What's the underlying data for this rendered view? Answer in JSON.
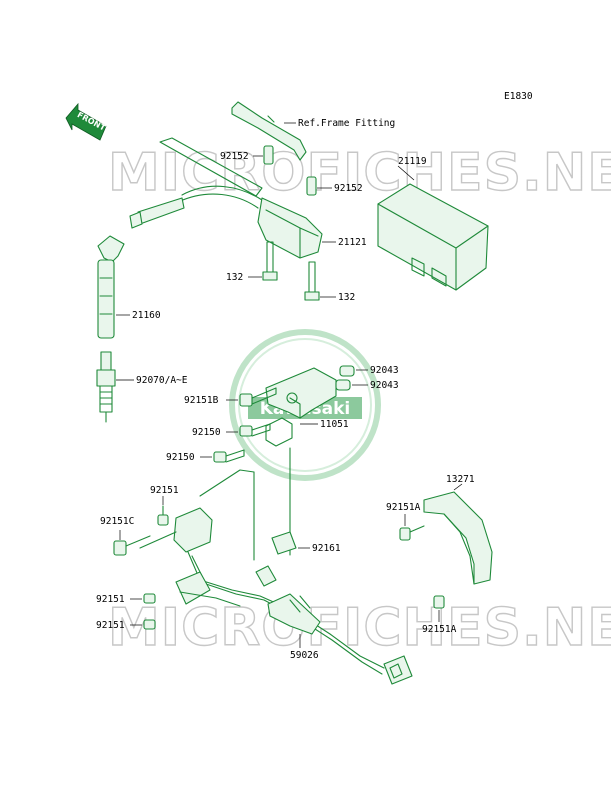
{
  "diagram": {
    "code": "E1830",
    "front_label": "FRONT",
    "ref_label": "Ref.Frame Fitting",
    "watermark": "MICROFICHES.NET",
    "badge_text": "Kawasaki",
    "labels": {
      "p21119": "21119",
      "p92152a": "92152",
      "p92152b": "92152",
      "p21121": "21121",
      "p132a": "132",
      "p132b": "132",
      "p21160": "21160",
      "p92070": "92070/A~E",
      "p92043a": "92043",
      "p92043b": "92043",
      "p92151b": "92151B",
      "p92150a": "92150",
      "p11051": "11051",
      "p92150b": "92150",
      "p92151a": "92151",
      "p92151c": "92151C",
      "p92161": "92161",
      "p13271": "13271",
      "p92151A1": "92151A",
      "p92151_2": "92151",
      "p92151_3": "92151",
      "p92151A2": "92151A",
      "p59026": "59026"
    },
    "colors": {
      "part_stroke": "#1f8a3a",
      "watermark": "#c7c7c7",
      "badge": "#2e9c4c"
    }
  }
}
